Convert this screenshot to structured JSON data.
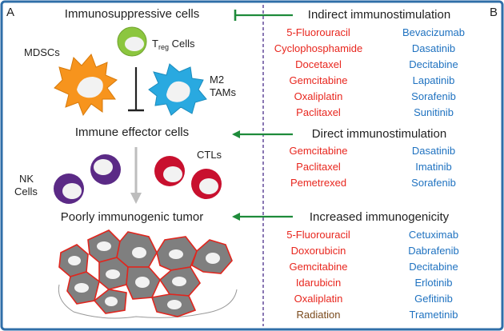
{
  "figure": {
    "panel_left": "A",
    "panel_right": "B",
    "colors": {
      "frame": "#2f6ea8",
      "divider": "#4a2e8a",
      "green_arrow": "#1e8b3a",
      "chemo_red": "#e8261e",
      "targeted_blue": "#1f72c0",
      "radiation_brown": "#7a4a1c",
      "treg_green": "#8cc63f",
      "mdsc_orange": "#f7941d",
      "tam_blue": "#29a9e0",
      "nk_purple": "#5b2a86",
      "ctl_red": "#c8102e",
      "tumor_gray": "#7f7f7f",
      "tumor_outline": "#e0261e"
    }
  },
  "left": {
    "immunosuppressive_title": "Immunosuppressive cells",
    "treg_label_main": "T",
    "treg_label_sub": "reg",
    "treg_label_rest": " Cells",
    "mdsc_label": "MDSCs",
    "m2_label_line1": "M2",
    "m2_label_line2": "TAMs",
    "effector_title": "Immune effector cells",
    "nk_label_line1": "NK",
    "nk_label_line2": "Cells",
    "ctl_label": "CTLs",
    "tumor_title": "Poorly immunogenic tumor"
  },
  "right": {
    "sections": [
      {
        "title": "Indirect immunostimulation",
        "left_drugs": [
          "5-Fluorouracil",
          "Cyclophosphamide",
          "Docetaxel",
          "Gemcitabine",
          "Oxaliplatin",
          "Paclitaxel"
        ],
        "right_drugs": [
          "Bevacizumab",
          "Dasatinib",
          "Decitabine",
          "Lapatinib",
          "Sorafenib",
          "Sunitinib"
        ]
      },
      {
        "title": "Direct immunostimulation",
        "left_drugs": [
          "Gemcitabine",
          "Paclitaxel",
          "Pemetrexed"
        ],
        "right_drugs": [
          "Dasatinib",
          "Imatinib",
          "Sorafenib"
        ]
      },
      {
        "title": "Increased immunogenicity",
        "left_drugs": [
          "5-Fluorouracil",
          "Doxorubicin",
          "Gemcitabine",
          "Idarubicin",
          "Oxaliplatin",
          "Radiation"
        ],
        "right_drugs": [
          "Cetuximab",
          "Dabrafenib",
          "Decitabine",
          "Erlotinib",
          "Gefitinib",
          "Trametinib"
        ]
      }
    ]
  }
}
